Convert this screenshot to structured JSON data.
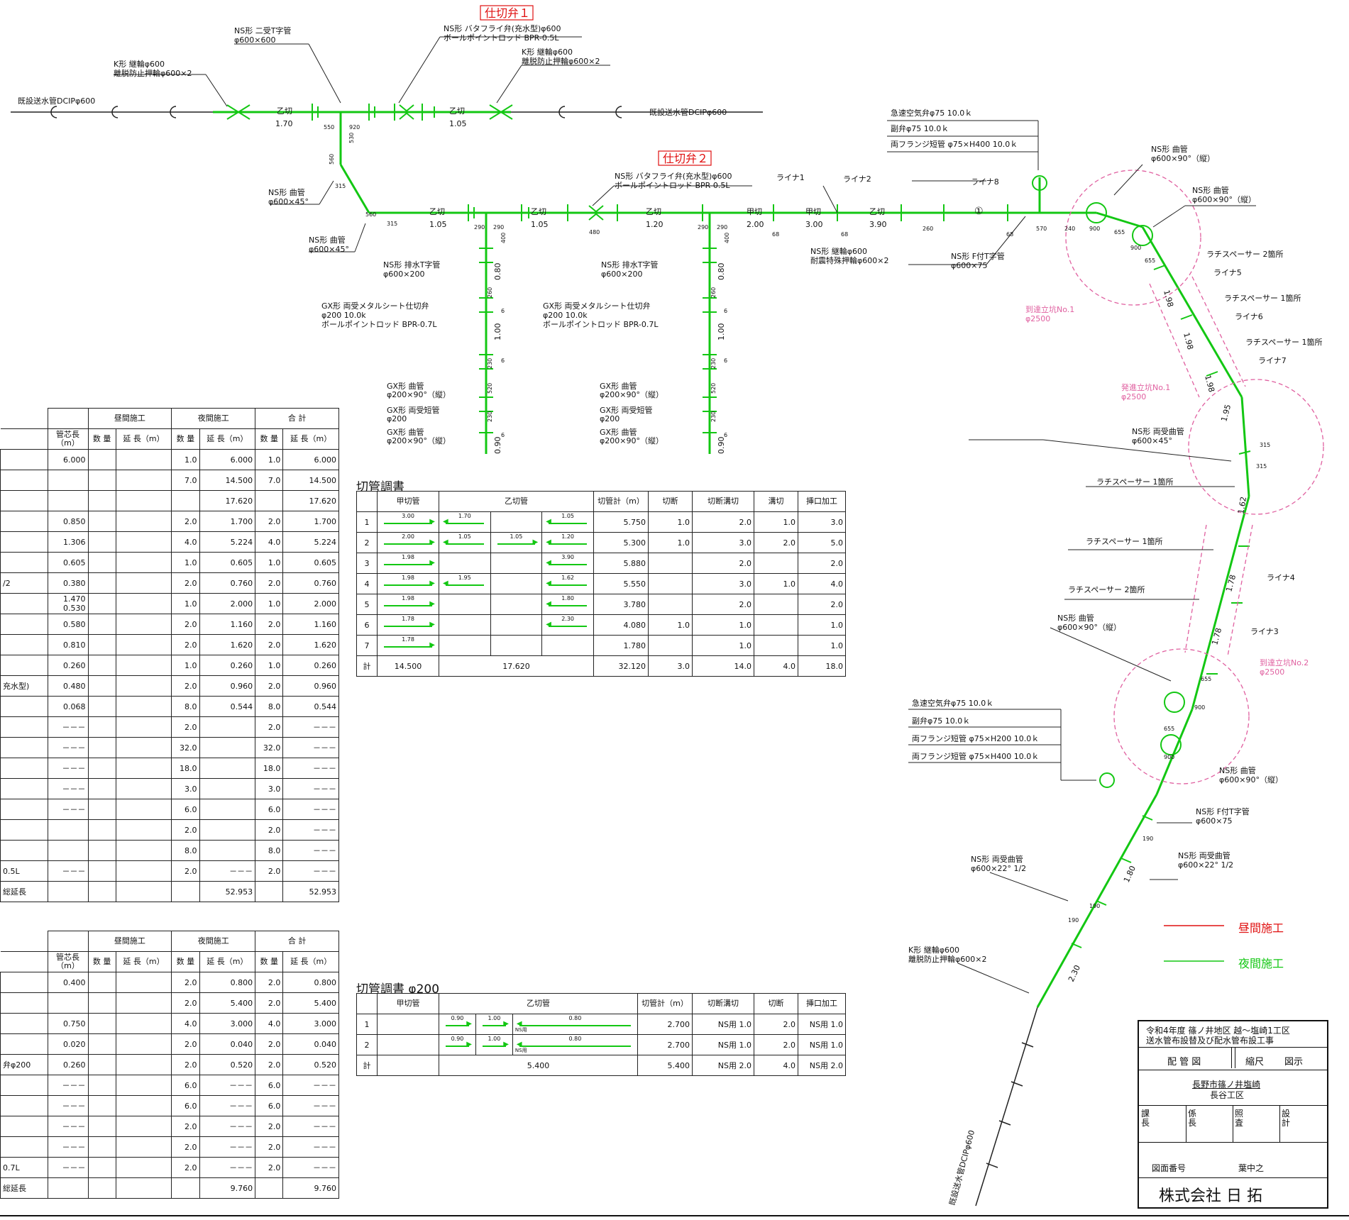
{
  "colors": {
    "day": "#e01010",
    "night": "#13c713",
    "cut": "#13c713",
    "pit": "#e060a0"
  },
  "valve_titles": [
    "仕切弁１",
    "仕切弁２"
  ],
  "labels": {
    "existing_left": "既設送水管DCIPφ600",
    "existing_right": "既設送水管DCIPφ600",
    "existing_bottom": "既設送水管DCIPφ600",
    "k_ring": [
      "K形 継輪φ600",
      "離脱防止押輪φ600×2"
    ],
    "ns_tee": [
      "NS形 二受T字管",
      "φ600×600"
    ],
    "bf_valve1": [
      "NS形 バタフライ弁(充水型)φ600",
      "ボールポイントロッド BPR-0.5L"
    ],
    "k_ring2": [
      "K形 継輪φ600",
      "離脱防止押輪φ600×2"
    ],
    "bf_valve2": [
      "NS形 バタフライ弁(充水型)φ600",
      "ボールポイントロッド BPR-0.5L"
    ],
    "ns_bend45a": [
      "NS形 曲管",
      "φ600×45°"
    ],
    "ns_bend45b": [
      "NS形 曲管",
      "φ600×45°"
    ],
    "drain_tee1": [
      "NS形 排水T字管",
      "φ600×200"
    ],
    "drain_tee2": [
      "NS形 排水T字管",
      "φ600×200"
    ],
    "gx_valve1": [
      "GX形 両受メタルシート仕切弁",
      "φ200 10.0k",
      "ボールポイントロッド BPR-0.7L"
    ],
    "gx_valve2": [
      "GX形 両受メタルシート仕切弁",
      "φ200 10.0k",
      "ボールポイントロッド BPR-0.7L"
    ],
    "gx_parts1": [
      "GX形 曲管",
      "φ200×90°（縦）",
      "GX形 両受短管",
      "φ200",
      "GX形 曲管",
      "φ200×90°（縦）"
    ],
    "gx_parts2": [
      "GX形 曲管",
      "φ200×90°（縦）",
      "GX形 両受短管",
      "φ200",
      "GX形 曲管",
      "φ200×90°（縦）"
    ],
    "quake_ring": [
      "NS形 継輪φ600",
      "耐震特殊押輪φ600×2"
    ],
    "f_tee": [
      "NS形 F付T字管",
      "φ600×75"
    ],
    "air_valve": [
      "急速空気弁φ75 10.0ｋ",
      "副弁φ75 10.0ｋ",
      "両フランジ短管 φ75×H400 10.0ｋ"
    ],
    "air_valve2": [
      "急速空気弁φ75 10.0ｋ",
      "副弁φ75 10.0ｋ",
      "両フランジ短管 φ75×H200 10.0ｋ",
      "両フランジ短管 φ75×H400 10.0ｋ"
    ],
    "liners": [
      "ライナ1",
      "ライナ2",
      "ライナ8",
      "ライナ5",
      "ライナ6",
      "ライナ7",
      "ライナ4",
      "ライナ3"
    ],
    "ns_bend90a": [
      "NS形 曲管",
      "φ600×90°（縦）"
    ],
    "ns_bend90b": [
      "NS形 曲管",
      "φ600×90°（縦）"
    ],
    "ns_bend90c": [
      "NS形 曲管",
      "φ600×90°（縦）"
    ],
    "ns_bend90d": [
      "NS形 曲管",
      "φ600×90°（縦）"
    ],
    "spacers": [
      "ラチスペーサー 2箇所",
      "ラチスペーサー 1箇所",
      "ラチスペーサー 1箇所",
      "ラチスペーサー 1箇所",
      "ラチスペーサー 1箇所",
      "ラチスペーサー 2箇所"
    ],
    "ns_double_bend45": [
      "NS形 両受曲管",
      "φ600×45°"
    ],
    "ns_double_bend22a": [
      "NS形 両受曲管",
      "φ600×22° 1/2"
    ],
    "ns_double_bend22b": [
      "NS形 両受曲管",
      "φ600×22° 1/2"
    ],
    "f_tee2": [
      "NS形 F付T字管",
      "φ600×75"
    ],
    "k_ring3": [
      "K形 継輪φ600",
      "離脱防止押輪φ600×2"
    ],
    "pit1": [
      "到達立坑No.1",
      "φ2500"
    ],
    "pit2": [
      "発進立坑No.1",
      "φ2500"
    ],
    "pit3": [
      "到達立坑No.2",
      "φ2500"
    ]
  },
  "pipe_marks": {
    "otsu": "乙切",
    "ko": "甲切",
    "top_lengths": [
      "1.70",
      "1.05",
      "1.05",
      "1.05",
      "1.20",
      "2.00",
      "3.00",
      "3.90"
    ],
    "diag_lengths": [
      "1.98",
      "1.98",
      "1.98",
      "1.95",
      "1.62",
      "1.78",
      "1.78",
      "1.80",
      "2.30"
    ],
    "vert_lengths": [
      "0.80",
      "1.00",
      "0.90",
      "0.80",
      "1.00",
      "0.90"
    ],
    "dims": [
      "550",
      "920",
      "530",
      "560",
      "315",
      "560",
      "315",
      "290",
      "290",
      "400",
      "480",
      "290",
      "290",
      "400",
      "68",
      "68",
      "260",
      "68",
      "570",
      "240",
      "900",
      "655",
      "900",
      "655",
      "315",
      "315",
      "655",
      "900",
      "655",
      "900",
      "190",
      "190",
      "190",
      "260",
      "230",
      "520",
      "230",
      "260",
      "230",
      "520",
      "230",
      "6",
      "6",
      "6",
      "6",
      "6",
      "6",
      "①"
    ]
  },
  "table1": {
    "headers": {
      "core": "管芯長（m）",
      "day": "昼間施工",
      "night": "夜間施工",
      "total": "合 計",
      "qty": "数 量",
      "ext": "延 長（m）"
    },
    "rows": [
      {
        "name": "",
        "core": "6.000",
        "dq": "",
        "de": "",
        "nq": "1.0",
        "ne": "6.000",
        "tq": "1.0",
        "te": "6.000"
      },
      {
        "name": "",
        "core": "",
        "dq": "",
        "de": "",
        "nq": "7.0",
        "ne": "14.500",
        "tq": "7.0",
        "te": "14.500"
      },
      {
        "name": "",
        "core": "",
        "dq": "",
        "de": "",
        "nq": "",
        "ne": "17.620",
        "tq": "",
        "te": "17.620"
      },
      {
        "name": "",
        "core": "0.850",
        "dq": "",
        "de": "",
        "nq": "2.0",
        "ne": "1.700",
        "tq": "2.0",
        "te": "1.700"
      },
      {
        "name": "",
        "core": "1.306",
        "dq": "",
        "de": "",
        "nq": "4.0",
        "ne": "5.224",
        "tq": "4.0",
        "te": "5.224"
      },
      {
        "name": "",
        "core": "0.605",
        "dq": "",
        "de": "",
        "nq": "1.0",
        "ne": "0.605",
        "tq": "1.0",
        "te": "0.605"
      },
      {
        "name": "/2",
        "core": "0.380",
        "dq": "",
        "de": "",
        "nq": "2.0",
        "ne": "0.760",
        "tq": "2.0",
        "te": "0.760"
      },
      {
        "name": "",
        "core": "1.470 0.530",
        "dq": "",
        "de": "",
        "nq": "1.0",
        "ne": "2.000",
        "tq": "1.0",
        "te": "2.000"
      },
      {
        "name": "",
        "core": "0.580",
        "dq": "",
        "de": "",
        "nq": "2.0",
        "ne": "1.160",
        "tq": "2.0",
        "te": "1.160"
      },
      {
        "name": "",
        "core": "0.810",
        "dq": "",
        "de": "",
        "nq": "2.0",
        "ne": "1.620",
        "tq": "2.0",
        "te": "1.620"
      },
      {
        "name": "",
        "core": "0.260",
        "dq": "",
        "de": "",
        "nq": "1.0",
        "ne": "0.260",
        "tq": "1.0",
        "te": "0.260"
      },
      {
        "name": "充水型)",
        "core": "0.480",
        "dq": "",
        "de": "",
        "nq": "2.0",
        "ne": "0.960",
        "tq": "2.0",
        "te": "0.960"
      },
      {
        "name": "",
        "core": "0.068",
        "dq": "",
        "de": "",
        "nq": "8.0",
        "ne": "0.544",
        "tq": "8.0",
        "te": "0.544"
      },
      {
        "name": "",
        "core": "－－－",
        "dq": "",
        "de": "",
        "nq": "2.0",
        "ne": "",
        "tq": "2.0",
        "te": "－－－"
      },
      {
        "name": "",
        "core": "－－－",
        "dq": "",
        "de": "",
        "nq": "32.0",
        "ne": "",
        "tq": "32.0",
        "te": "－－－"
      },
      {
        "name": "",
        "core": "－－－",
        "dq": "",
        "de": "",
        "nq": "18.0",
        "ne": "",
        "tq": "18.0",
        "te": "－－－"
      },
      {
        "name": "",
        "core": "－－－",
        "dq": "",
        "de": "",
        "nq": "3.0",
        "ne": "",
        "tq": "3.0",
        "te": "－－－"
      },
      {
        "name": "",
        "core": "－－－",
        "dq": "",
        "de": "",
        "nq": "6.0",
        "ne": "",
        "tq": "6.0",
        "te": "－－－"
      },
      {
        "name": "",
        "core": "",
        "dq": "",
        "de": "",
        "nq": "2.0",
        "ne": "",
        "tq": "2.0",
        "te": "－－－"
      },
      {
        "name": "",
        "core": "",
        "dq": "",
        "de": "",
        "nq": "8.0",
        "ne": "",
        "tq": "8.0",
        "te": "－－－"
      },
      {
        "name": "0.5L",
        "core": "－－－",
        "dq": "",
        "de": "",
        "nq": "2.0",
        "ne": "－－－",
        "tq": "2.0",
        "te": "－－－"
      },
      {
        "name": "総延長",
        "core": "",
        "dq": "",
        "de": "",
        "nq": "",
        "ne": "52.953",
        "tq": "",
        "te": "52.953"
      }
    ]
  },
  "table2": {
    "rows": [
      {
        "name": "",
        "core": "0.400",
        "nq": "2.0",
        "ne": "0.800",
        "tq": "2.0",
        "te": "0.800"
      },
      {
        "name": "",
        "core": "",
        "nq": "2.0",
        "ne": "5.400",
        "tq": "2.0",
        "te": "5.400"
      },
      {
        "name": "",
        "core": "0.750",
        "nq": "4.0",
        "ne": "3.000",
        "tq": "4.0",
        "te": "3.000"
      },
      {
        "name": "",
        "core": "0.020",
        "nq": "2.0",
        "ne": "0.040",
        "tq": "2.0",
        "te": "0.040"
      },
      {
        "name": "弁φ200",
        "core": "0.260",
        "nq": "2.0",
        "ne": "0.520",
        "tq": "2.0",
        "te": "0.520"
      },
      {
        "name": "",
        "core": "－－－",
        "nq": "6.0",
        "ne": "－－－",
        "tq": "6.0",
        "te": "－－－"
      },
      {
        "name": "",
        "core": "－－－",
        "nq": "6.0",
        "ne": "－－－",
        "tq": "6.0",
        "te": "－－－"
      },
      {
        "name": "",
        "core": "－－－",
        "nq": "2.0",
        "ne": "－－－",
        "tq": "2.0",
        "te": "－－－"
      },
      {
        "name": "",
        "core": "－－－",
        "nq": "2.0",
        "ne": "－－－",
        "tq": "2.0",
        "te": "－－－"
      },
      {
        "name": "0.7L",
        "core": "－－－",
        "nq": "2.0",
        "ne": "－－－",
        "tq": "2.0",
        "te": "－－－"
      },
      {
        "name": "総延長",
        "core": "",
        "nq": "",
        "ne": "9.760",
        "tq": "",
        "te": "9.760"
      }
    ]
  },
  "cut_table": {
    "title": "切管調書",
    "headers": [
      "甲切管",
      "乙切管",
      "切管計（m）",
      "切断",
      "切断溝切",
      "溝切",
      "挿口加工"
    ],
    "rows": [
      {
        "no": "1",
        "ko": "3.00",
        "o1": "1.70",
        "o2": "",
        "o3": "1.05",
        "sum": "5.750",
        "cut": "1.0",
        "cg": "2.0",
        "g": "1.0",
        "ins": "3.0"
      },
      {
        "no": "2",
        "ko": "2.00",
        "o1": "1.05",
        "o2": "1.05",
        "o3": "1.20",
        "sum": "5.300",
        "cut": "1.0",
        "cg": "3.0",
        "g": "2.0",
        "ins": "5.0"
      },
      {
        "no": "3",
        "ko": "1.98",
        "o1": "",
        "o2": "",
        "o3": "3.90",
        "sum": "5.880",
        "cut": "",
        "cg": "2.0",
        "g": "",
        "ins": "2.0"
      },
      {
        "no": "4",
        "ko": "1.98",
        "o1": "1.95",
        "o2": "",
        "o3": "1.62",
        "sum": "5.550",
        "cut": "",
        "cg": "3.0",
        "g": "1.0",
        "ins": "4.0"
      },
      {
        "no": "5",
        "ko": "1.98",
        "o1": "",
        "o2": "",
        "o3": "1.80",
        "sum": "3.780",
        "cut": "",
        "cg": "2.0",
        "g": "",
        "ins": "2.0"
      },
      {
        "no": "6",
        "ko": "1.78",
        "o1": "",
        "o2": "",
        "o3": "2.30",
        "sum": "4.080",
        "cut": "1.0",
        "cg": "1.0",
        "g": "",
        "ins": "1.0"
      },
      {
        "no": "7",
        "ko": "1.78",
        "o1": "",
        "o2": "",
        "o3": "",
        "sum": "1.780",
        "cut": "",
        "cg": "1.0",
        "g": "",
        "ins": "1.0"
      }
    ],
    "total": {
      "no": "計",
      "ko": "14.500",
      "o": "17.620",
      "sum": "32.120",
      "cut": "3.0",
      "cg": "14.0",
      "g": "4.0",
      "ins": "18.0"
    }
  },
  "cut_table2": {
    "title": "切管調書 φ200",
    "headers": [
      "甲切管",
      "乙切管",
      "切管計（m）",
      "切断溝切",
      "切断",
      "挿口加工"
    ],
    "rows": [
      {
        "no": "1",
        "a": "0.90",
        "b": "1.00",
        "c": "0.80",
        "ns": "NS用",
        "sum": "2.700",
        "cg": "NS用 1.0",
        "cut": "2.0",
        "ins": "NS用 1.0"
      },
      {
        "no": "2",
        "a": "0.90",
        "b": "1.00",
        "c": "0.80",
        "ns": "NS用",
        "sum": "2.700",
        "cg": "NS用 1.0",
        "cut": "2.0",
        "ins": "NS用 1.0"
      }
    ],
    "total": {
      "no": "計",
      "o": "5.400",
      "sum": "5.400",
      "cg": "NS用 2.0",
      "cut": "4.0",
      "ins": "NS用 2.0"
    }
  },
  "legend": {
    "day": "昼間施工",
    "night": "夜間施工"
  },
  "title_block": {
    "project": "令和4年度 篠ノ井地区 越～塩崎1工区",
    "project2": "送水管布設替及び配水管布設工事",
    "drawing": "配 管 図",
    "scale_label": "縮尺",
    "scale": "図示",
    "place": "長野市篠ノ井塩崎",
    "area": "長谷工区",
    "roles": [
      "課長",
      "係長",
      "照査",
      "設計"
    ],
    "no_label": "図面番号",
    "no": "葉中之",
    "company": "株式会社 日 拓"
  }
}
